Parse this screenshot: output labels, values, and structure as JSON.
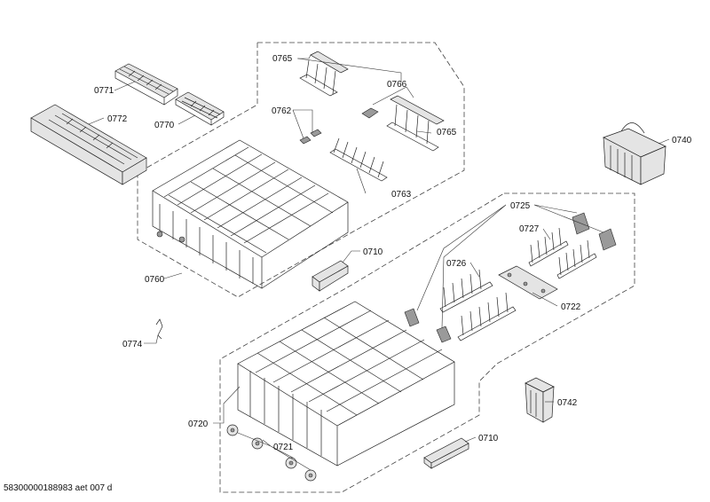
{
  "labels": {
    "l0765a": "0765",
    "l0766": "0766",
    "l0762": "0762",
    "l0765b": "0765",
    "l0763": "0763",
    "l0771": "0771",
    "l0772": "0772",
    "l0770": "0770",
    "l0760": "0760",
    "l0710a": "0710",
    "l0740": "0740",
    "l0725": "0725",
    "l0727": "0727",
    "l0726": "0726",
    "l0722": "0722",
    "l0774": "0774",
    "l0720": "0720",
    "l0721": "0721",
    "l0742": "0742",
    "l0710b": "0710"
  },
  "document_id": "58300000188983 aet 007 d"
}
